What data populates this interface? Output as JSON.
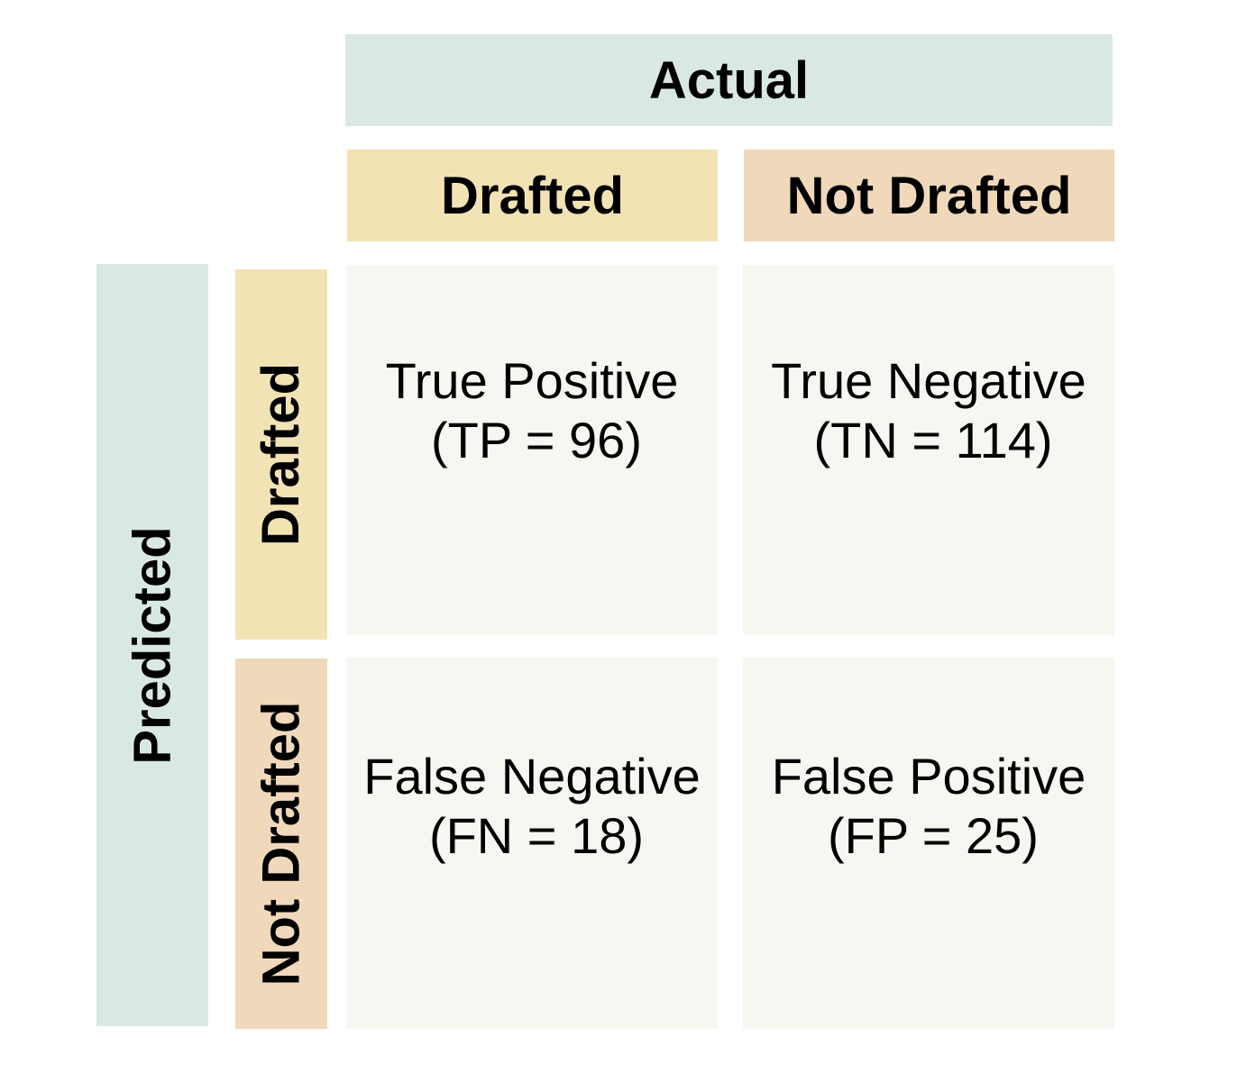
{
  "colors": {
    "axis_header_bg": "#d9e8e4",
    "drafted_bg": "#f2e3b5",
    "not_drafted_bg": "#f0d8ba",
    "cell_bg": "#f5f7f1",
    "text": "#000000"
  },
  "actual": {
    "label": "Actual",
    "columns": [
      "Drafted",
      "Not Drafted"
    ]
  },
  "predicted": {
    "label": "Predicted",
    "rows": [
      "Drafted",
      "Not Drafted"
    ]
  },
  "cells": {
    "tp": {
      "label": "True Positive",
      "value": "(TP = 96)"
    },
    "tn": {
      "label": "True Negative",
      "value": "(TN = 114)"
    },
    "fn": {
      "label": "False Negative",
      "value": "(FN = 18)"
    },
    "fp": {
      "label": "False Positive",
      "value": "(FP = 25)"
    }
  }
}
